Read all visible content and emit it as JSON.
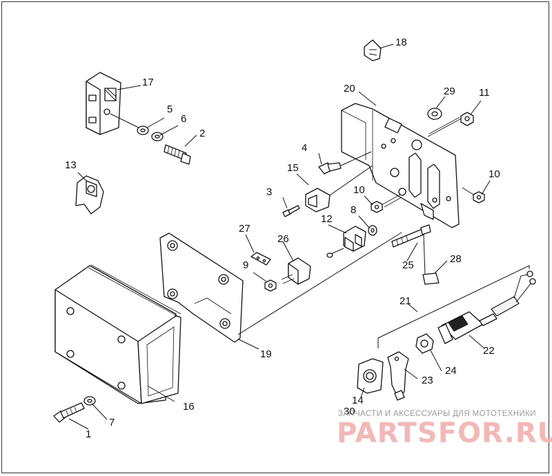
{
  "diagram": {
    "callouts": [
      {
        "id": "c1",
        "text": "1"
      },
      {
        "id": "c2",
        "text": "2"
      },
      {
        "id": "c3",
        "text": "3"
      },
      {
        "id": "c4",
        "text": "4"
      },
      {
        "id": "c5",
        "text": "5"
      },
      {
        "id": "c6",
        "text": "6"
      },
      {
        "id": "c7",
        "text": "7"
      },
      {
        "id": "c8",
        "text": "8"
      },
      {
        "id": "c9",
        "text": "9"
      },
      {
        "id": "c10a",
        "text": "10"
      },
      {
        "id": "c10b",
        "text": "10"
      },
      {
        "id": "c11",
        "text": "11"
      },
      {
        "id": "c12",
        "text": "12"
      },
      {
        "id": "c13",
        "text": "13"
      },
      {
        "id": "c14",
        "text": "14"
      },
      {
        "id": "c15",
        "text": "15"
      },
      {
        "id": "c16",
        "text": "16"
      },
      {
        "id": "c17",
        "text": "17"
      },
      {
        "id": "c18",
        "text": "18"
      },
      {
        "id": "c19",
        "text": "19"
      },
      {
        "id": "c20",
        "text": "20"
      },
      {
        "id": "c21",
        "text": "21"
      },
      {
        "id": "c22",
        "text": "22"
      },
      {
        "id": "c23",
        "text": "23"
      },
      {
        "id": "c24",
        "text": "24"
      },
      {
        "id": "c25",
        "text": "25"
      },
      {
        "id": "c26",
        "text": "26"
      },
      {
        "id": "c27",
        "text": "27"
      },
      {
        "id": "c28",
        "text": "28"
      },
      {
        "id": "c29",
        "text": "29"
      },
      {
        "id": "c30",
        "text": "30"
      }
    ]
  },
  "watermark": {
    "caption": "ЗАПЧАСТИ И АКСЕССУАРЫ ДЛЯ МОТОТЕХНИКИ",
    "logo": "PARTSFOR.RU"
  }
}
